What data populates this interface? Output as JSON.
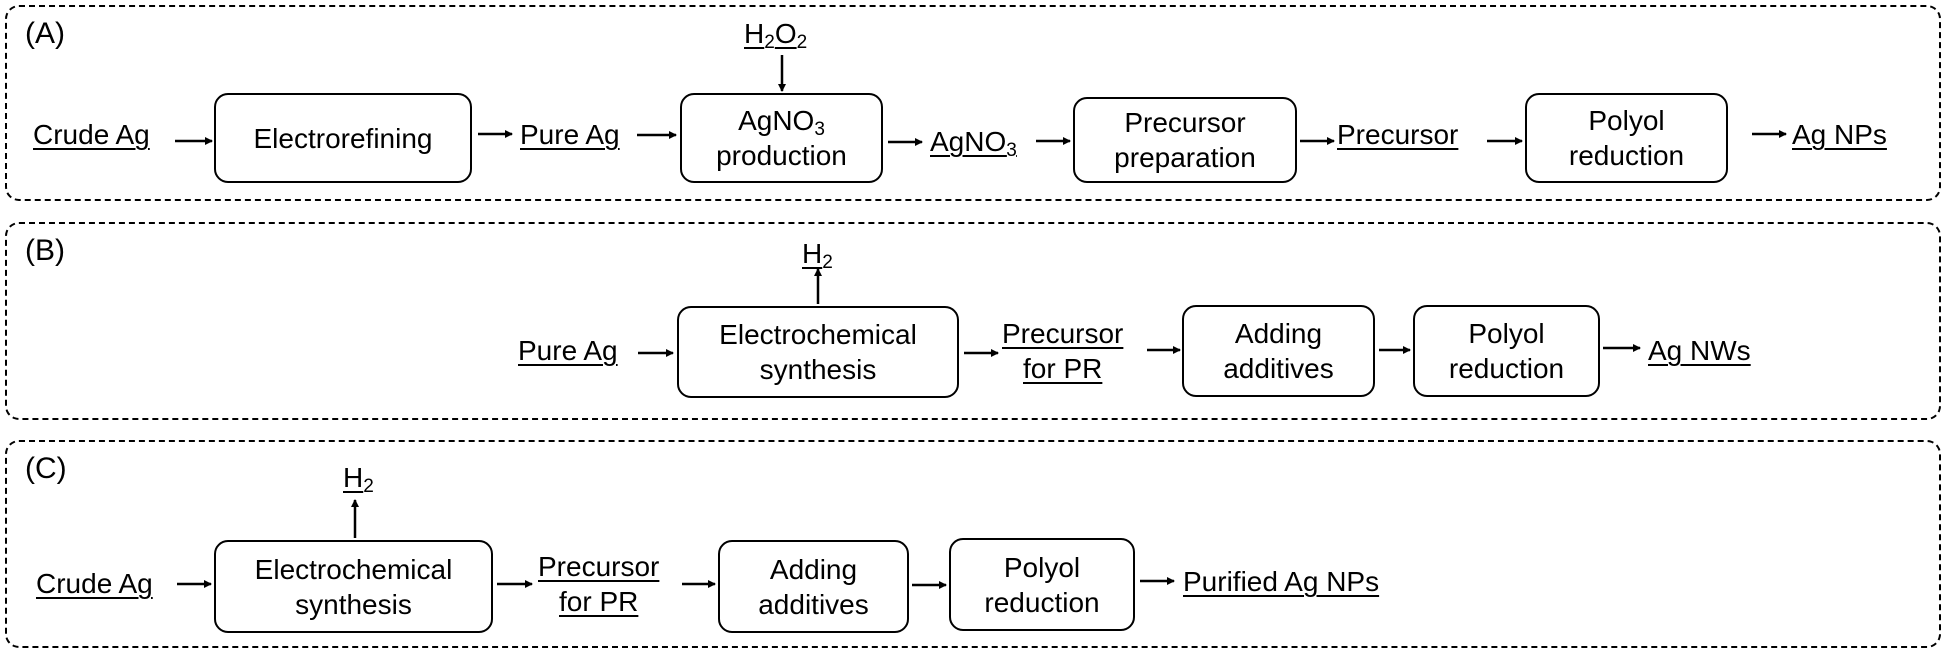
{
  "panels": [
    {
      "label": "(A)",
      "inputs": {
        "crude_ag": "Crude Ag",
        "pure_ag": "Pure Ag",
        "agno3": "AgNO",
        "agno3_sub": "3",
        "precursor": "Precursor",
        "product": "Ag NPs"
      },
      "reagent": {
        "h": "H",
        "sub1": "2",
        "o": "O",
        "sub2": "2"
      },
      "boxes": {
        "electrorefining": "Electrorefining",
        "agno3_prod_top": "AgNO",
        "agno3_prod_sub": "3",
        "agno3_prod_bottom": "production",
        "precursor_prep": "Precursor\npreparation",
        "polyol": "Polyol\nreduction"
      }
    },
    {
      "label": "(B)",
      "inputs": {
        "pure_ag": "Pure Ag",
        "precursor_pr": "Precursor\nfor PR",
        "product": "Ag NWs"
      },
      "gas": {
        "h": "H",
        "sub": "2"
      },
      "boxes": {
        "electrochemical": "Electrochemical\nsynthesis",
        "adding": "Adding\nadditives",
        "polyol": "Polyol\nreduction"
      }
    },
    {
      "label": "(C)",
      "inputs": {
        "crude_ag": "Crude Ag",
        "precursor_pr": "Precursor\nfor PR",
        "product": "Purified Ag NPs"
      },
      "gas": {
        "h": "H",
        "sub": "2"
      },
      "boxes": {
        "electrochemical": "Electrochemical\nsynthesis",
        "adding": "Adding\nadditives",
        "polyol": "Polyol\nreduction"
      }
    }
  ]
}
